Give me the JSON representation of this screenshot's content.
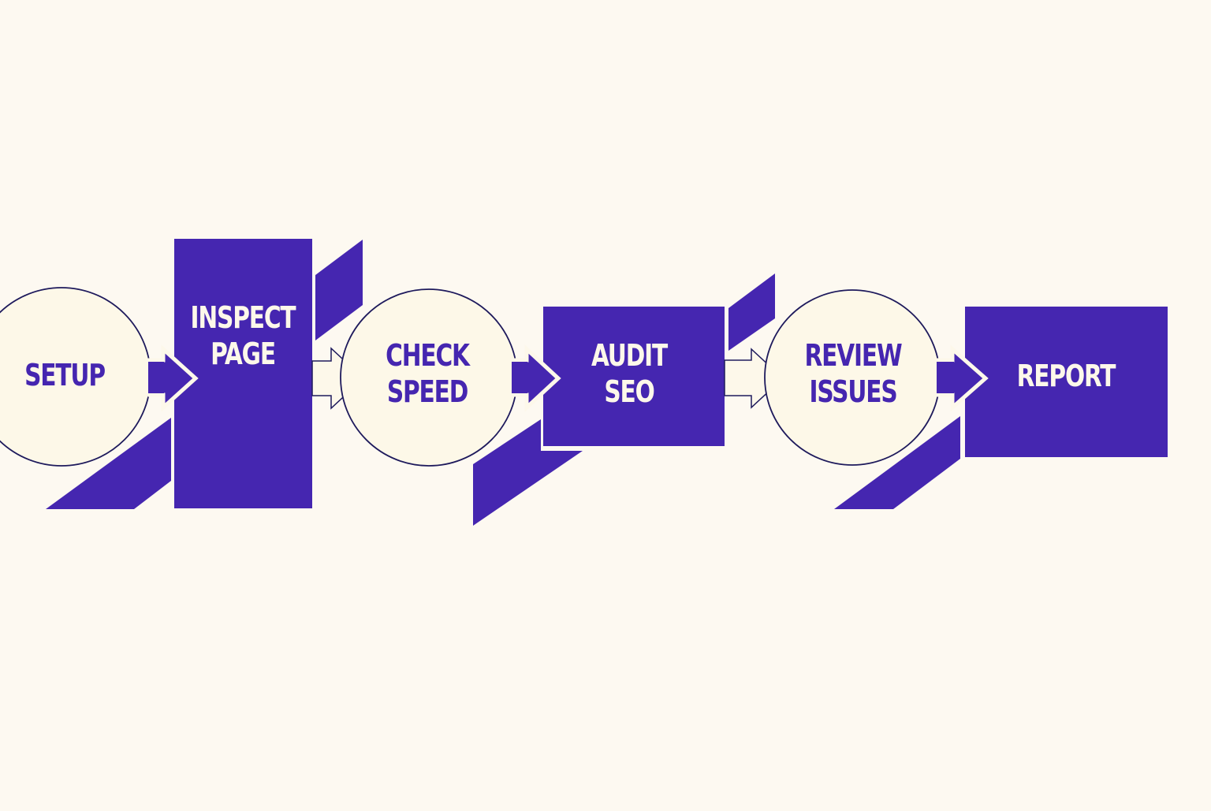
{
  "diagram": {
    "type": "process-flow",
    "direction": "left-to-right",
    "colors": {
      "background": "#fdf9f1",
      "primary": "#4526b0",
      "circle_fill": "#fdf8e8",
      "outline": "#1e1a5c",
      "rect_text": "#fdf8ea"
    },
    "steps": [
      {
        "id": "setup",
        "shape": "circle",
        "lines": [
          "SETUP"
        ]
      },
      {
        "id": "inspect-page",
        "shape": "rect",
        "lines": [
          "INSPECT",
          "PAGE"
        ]
      },
      {
        "id": "check-speed",
        "shape": "circle",
        "lines": [
          "CHECK",
          "SPEED"
        ]
      },
      {
        "id": "audit-seo",
        "shape": "rect",
        "lines": [
          "AUDIT",
          "SEO"
        ]
      },
      {
        "id": "review-issues",
        "shape": "circle",
        "lines": [
          "REVIEW",
          "ISSUES"
        ]
      },
      {
        "id": "report",
        "shape": "rect",
        "lines": [
          "REPORT"
        ]
      }
    ],
    "connectors": [
      {
        "from": "setup",
        "to": "inspect-page",
        "style": "filled"
      },
      {
        "from": "inspect-page",
        "to": "check-speed",
        "style": "outlined"
      },
      {
        "from": "check-speed",
        "to": "audit-seo",
        "style": "filled"
      },
      {
        "from": "audit-seo",
        "to": "review-issues",
        "style": "outlined"
      },
      {
        "from": "review-issues",
        "to": "report",
        "style": "filled"
      }
    ]
  }
}
